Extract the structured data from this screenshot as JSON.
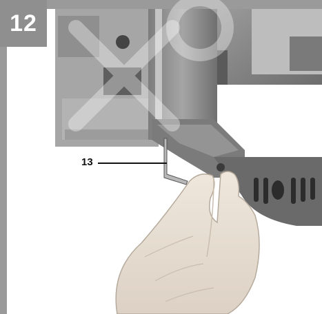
{
  "figure": {
    "number": "12",
    "callout": "13"
  },
  "colors": {
    "frame": "#9a9a9a",
    "number_badge": "#8f8f8f",
    "tool_body": "#8c8c8c",
    "grip": "#5a5a5a",
    "skin": "#e6ddd2"
  },
  "icons": {
    "watermark": "diagonal-x-watermark"
  }
}
